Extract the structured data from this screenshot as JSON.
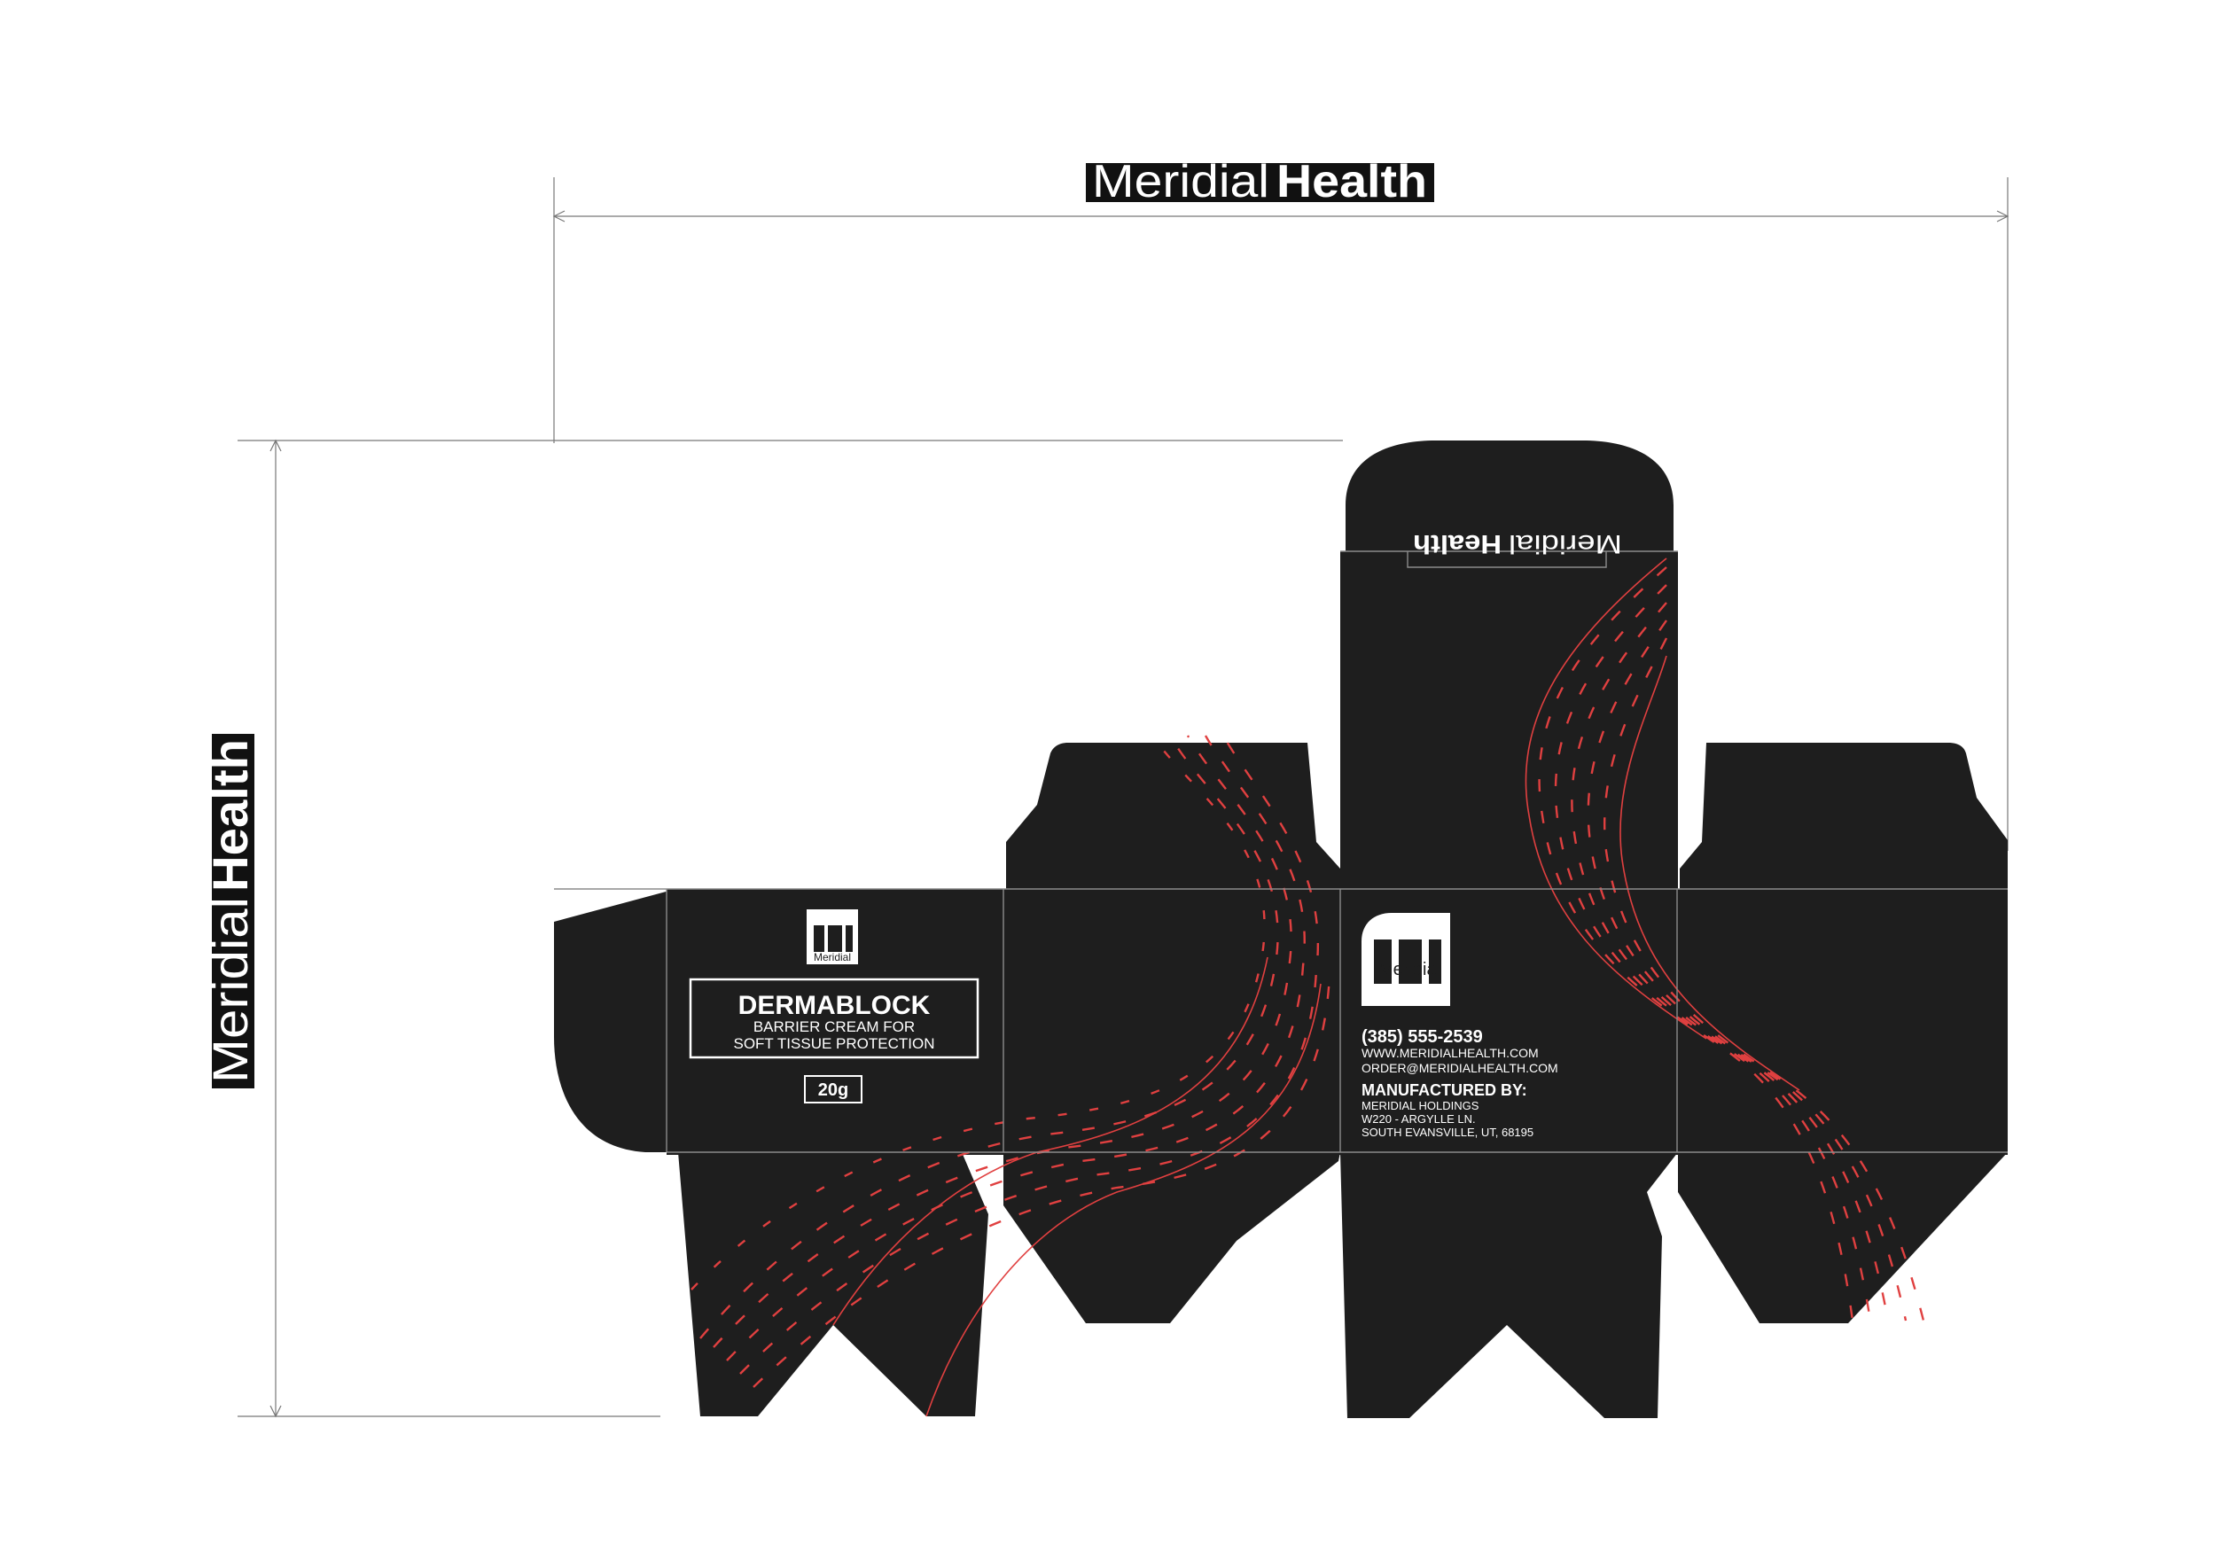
{
  "brand": {
    "name_light": "Meridial",
    "name_bold": "Health",
    "logo_label": "Meridial"
  },
  "product": {
    "name": "DERMABLOCK",
    "line1": "BARRIER CREAM FOR",
    "line2": "SOFT TISSUE PROTECTION",
    "weight": "20g"
  },
  "contact": {
    "phone": "(385) 555-2539",
    "website": "WWW.MERIDIALHEALTH.COM",
    "email": "ORDER@MERIDIALHEALTH.COM",
    "mfg_heading": "MANUFACTURED BY:",
    "mfg_line1": "MERIDIAL HOLDINGS",
    "mfg_line2": "W220 - ARGYLLE LN.",
    "mfg_line3": "SOUTH EVANSVILLE, UT, 68195"
  },
  "colors": {
    "box": "#1e1e1e",
    "accent": "#e04040",
    "text": "#ffffff",
    "fold_line": "#8c8c8c"
  }
}
